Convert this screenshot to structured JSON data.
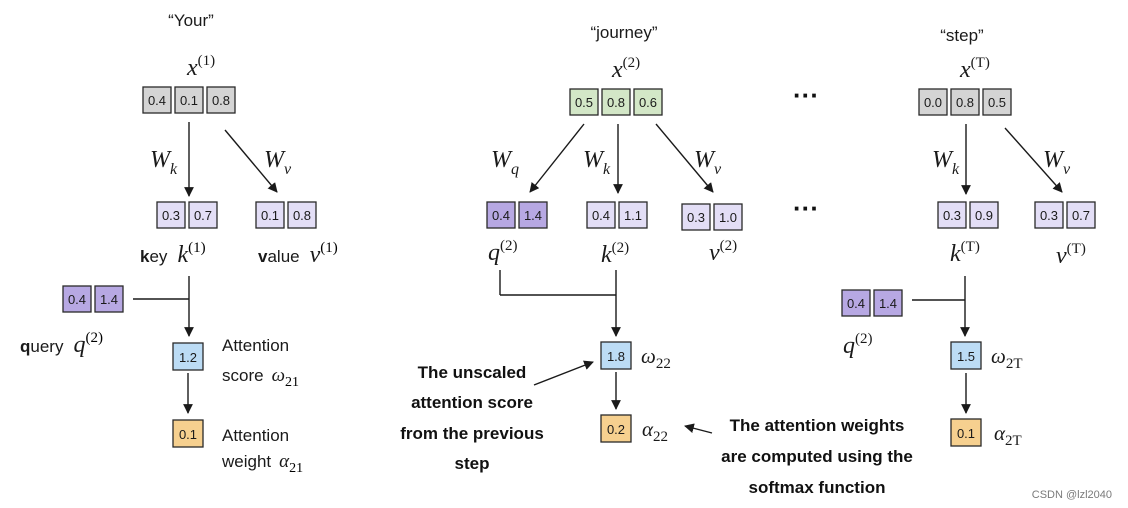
{
  "tokens": {
    "t1": {
      "quote": "“Your”",
      "x_base": "x",
      "x_sup": "(1)",
      "values": [
        "0.4",
        "0.1",
        "0.8"
      ]
    },
    "t2": {
      "quote": "“journey”",
      "x_base": "x",
      "x_sup": "(2)",
      "values": [
        "0.5",
        "0.8",
        "0.6"
      ]
    },
    "tT": {
      "quote": "“step”",
      "x_base": "x",
      "x_sup": "(T)",
      "values": [
        "0.0",
        "0.8",
        "0.5"
      ]
    }
  },
  "weights": {
    "wk_base": "W",
    "wk_sub": "k",
    "wv_base": "W",
    "wv_sub": "v",
    "wq_base": "W",
    "wq_sub": "q"
  },
  "col1": {
    "key_values": [
      "0.3",
      "0.7"
    ],
    "key_word_bold": "k",
    "key_word_rest": "ey",
    "key_base": "k",
    "key_sup": "(1)",
    "value_values": [
      "0.1",
      "0.8"
    ],
    "value_word_bold": "v",
    "value_word_rest": "alue",
    "value_base": "v",
    "value_sup": "(1)",
    "query_values": [
      "0.4",
      "1.4"
    ],
    "query_word_bold": "q",
    "query_word_rest": "uery",
    "query_base": "q",
    "query_sup": "(2)",
    "score_value": "1.2",
    "score_label_line1": "Attention",
    "score_label_line2": "score",
    "score_sym": "ω",
    "score_sub": "21",
    "weight_value": "0.1",
    "weight_label_line1": "Attention",
    "weight_label_line2": "weight",
    "weight_sym": "α",
    "weight_sub": "21"
  },
  "col2": {
    "query_values": [
      "0.4",
      "1.4"
    ],
    "q_base": "q",
    "q_sup": "(2)",
    "key_values": [
      "0.4",
      "1.1"
    ],
    "k_base": "k",
    "k_sup": "(2)",
    "value_values": [
      "0.3",
      "1.0"
    ],
    "v_base": "v",
    "v_sup": "(2)",
    "score_value": "1.8",
    "score_sym": "ω",
    "score_sub": "22",
    "weight_value": "0.2",
    "weight_sym": "α",
    "weight_sub": "22"
  },
  "colT": {
    "key_values": [
      "0.3",
      "0.9"
    ],
    "k_base": "k",
    "k_sup": "(T)",
    "value_values": [
      "0.3",
      "0.7"
    ],
    "v_base": "v",
    "v_sup": "(T)",
    "query_values": [
      "0.4",
      "1.4"
    ],
    "q_base": "q",
    "q_sup": "(2)",
    "score_value": "1.5",
    "score_sym": "ω",
    "score_sub": "2T",
    "weight_value": "0.1",
    "weight_sym": "α",
    "weight_sub": "2T"
  },
  "ellipsis": [
    "···",
    "···"
  ],
  "annotations": {
    "unscaled": [
      "The unscaled",
      "attention score",
      "from the previous",
      "step"
    ],
    "weights": [
      "The attention weights",
      "are computed using the",
      "softmax function"
    ]
  },
  "watermark": "CSDN @lzl2040",
  "colors": {
    "input_gray": "#d4d4d4",
    "input_green": "#d3e7c7",
    "key_light_purple": "#e3def6",
    "query_purple": "#b7a8e3",
    "score_blue": "#bcdcf5",
    "weight_orange": "#f6d08f"
  }
}
